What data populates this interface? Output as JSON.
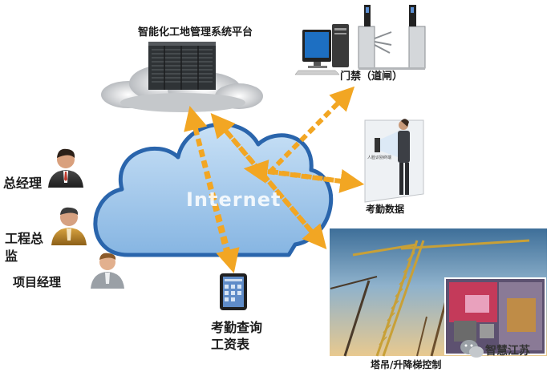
{
  "nodes": {
    "platform": "智能化工地管理系统平台",
    "access_control": "门禁（道闸）",
    "attendance_data": "考勤数据",
    "general_manager": "总经理",
    "chief_supervisor": "工程总\n监",
    "project_manager": "项目经理",
    "attendance_query": "考勤查询\n工资表",
    "crane_control": "塔吊/升降梯控制",
    "internet": "Internet",
    "face_screen": "人脸识别终端"
  },
  "watermark": "智慧江苏",
  "icons": {
    "server": "server-rack-icon",
    "computer": "desktop-computer-icon",
    "turnstile": "turnstile-gate-icon",
    "person": "person-icon",
    "tablet": "tablet-icon",
    "crane": "tower-crane-icon",
    "wechat": "wechat-icon"
  },
  "colors": {
    "cloud_fill": "#9dc5eb",
    "cloud_stroke": "#2a65ac",
    "arrow": "#f2a623",
    "text": "#1a1a1a"
  }
}
